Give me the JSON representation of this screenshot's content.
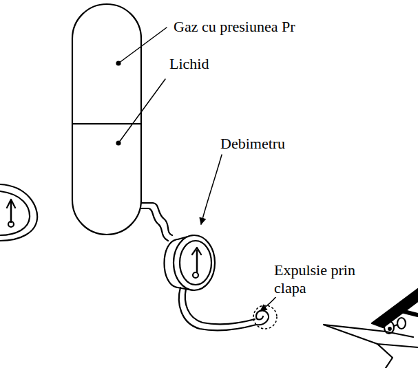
{
  "diagram": {
    "labels": [
      "Gaz cu presiunea Pr",
      "Lichid",
      "Debimetru",
      "Expulsie prin clapa"
    ]
  }
}
